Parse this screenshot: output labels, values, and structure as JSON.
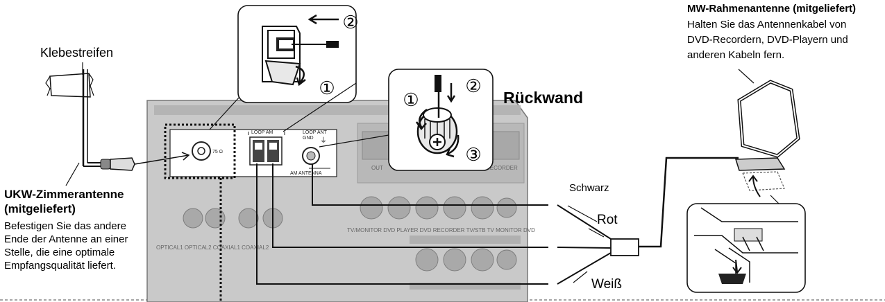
{
  "labels": {
    "tape": "Klebestreifen",
    "fm_title_1": "UKW-Zimmerantenne",
    "fm_title_2": "(mitgeliefert)",
    "fm_desc": [
      "Befestigen Sie das andere",
      "Ende der Antenne an einer",
      "Stelle, die eine optimale",
      "Empfangsqualität liefert."
    ],
    "rear_panel": "Rückwand",
    "am_title": "MW-Rahmenantenne (mitgeliefert)",
    "am_desc": [
      "Halten Sie das Antennenkabel von",
      "DVD-Recordern, DVD-Playern und",
      "anderen Kabeln fern."
    ],
    "wire_black": "Schwarz",
    "wire_red": "Rot",
    "wire_white": "Weiß"
  },
  "panel": {
    "ohm": "75 Ω",
    "loop_am": "LOOP AM",
    "loop_ant_gnd_1": "LOOP ANT",
    "loop_ant_gnd_2": "GND",
    "am_antenna": "AM ANTENNA",
    "out": "OUT",
    "recorder": "RECORDER",
    "optical_coaxial": "OPTICAL1  OPTICAL2  COAXIAL1  COAXIAL2",
    "jacks_row": "TV/MONITOR  DVD PLAYER  DVD RECORDER  TV/STB  TV MONITOR  DVD"
  },
  "steps": {
    "one": "①",
    "two": "②",
    "three": "③"
  },
  "colors": {
    "panel": "#c9c9c9",
    "panel_dark": "#8d8d8d",
    "line": "#1a1a1a"
  }
}
